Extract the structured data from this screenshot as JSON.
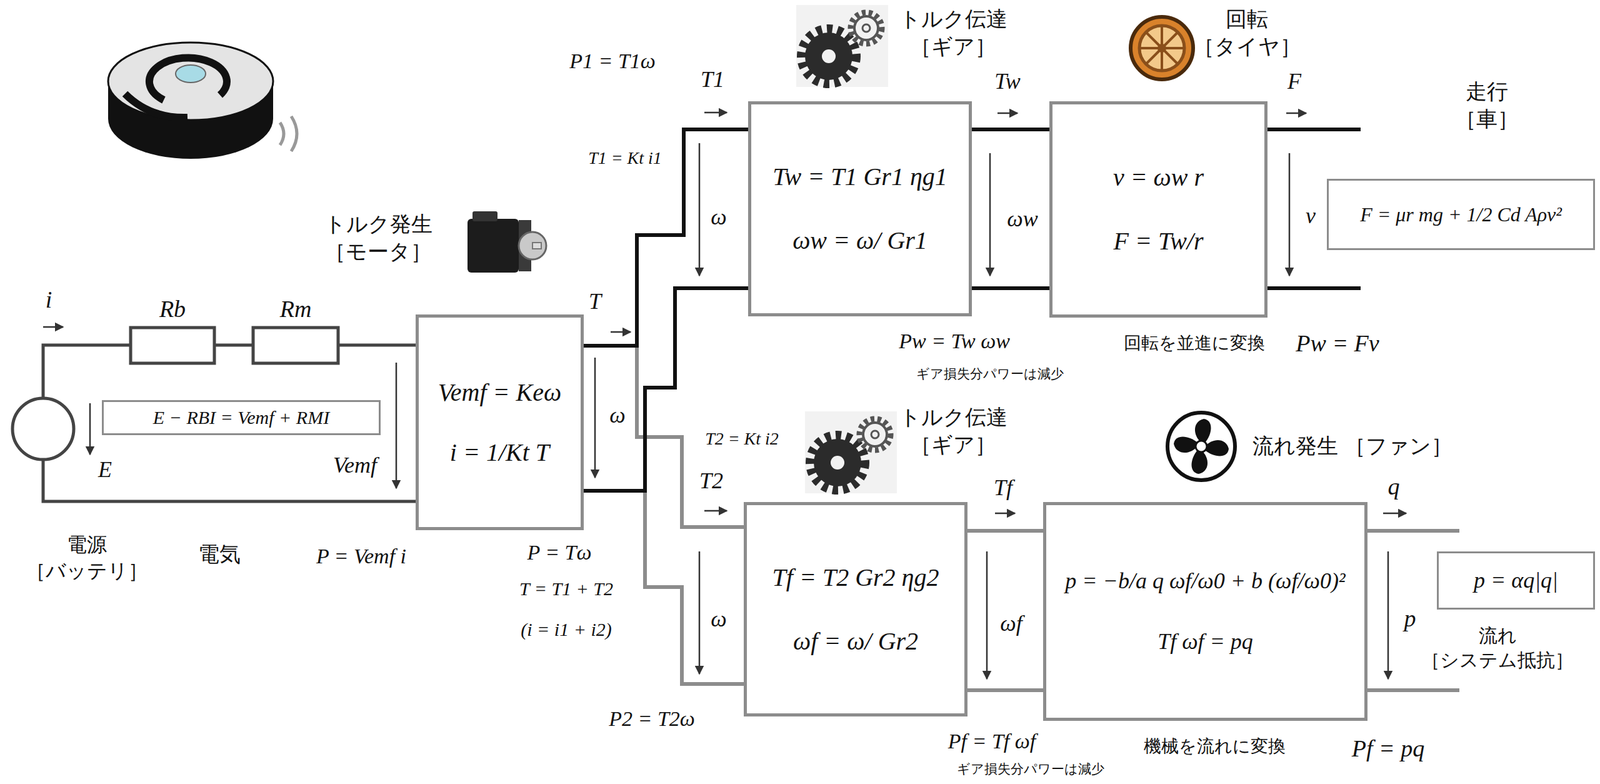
{
  "diagram": {
    "nodes": [
      {
        "text": [
          "E − RBI = Vemf + RMI"
        ]
      },
      {
        "text": [
          "Vemf = Keω",
          "i = 1/Kt T"
        ]
      },
      {
        "text": [
          "Tw = T1 Gr1 ηg1",
          "ωw = ω/ Gr1"
        ]
      },
      {
        "text": [
          "v = ωw r",
          "F = Tw/r"
        ]
      },
      {
        "text": [
          "F = μr mg + 1/2 Cd Aρv²"
        ]
      },
      {
        "text": [
          "Tf = T2 Gr2 ηg2",
          "ωf = ω/ Gr2"
        ]
      },
      {
        "text": [
          "p = −b/a q ωf/ω0 + b (ωf/ω0)²",
          "Tf ωf = pq"
        ]
      },
      {
        "text": [
          "p = αq|q|"
        ]
      }
    ],
    "edges": [
      {
        "from": 1,
        "to": 2,
        "arrow": "none"
      },
      {
        "from": 2,
        "to": 3,
        "arrow": "none"
      },
      {
        "from": 1,
        "to": 5,
        "arrow": "none"
      },
      {
        "from": 5,
        "to": 6,
        "arrow": "none"
      }
    ],
    "labels": [
      "i",
      "Rb",
      "Rm",
      "E",
      "Vemf",
      "電源 ［バッテリ］",
      "電気",
      "P = Vemf i",
      "トルク発生 ［モータ］",
      "T",
      "ω",
      "P = Tω",
      "T = T1 + T2",
      "(i = i1 + i2)",
      "P1 = T1ω",
      "T1",
      "T1 = Kt i1",
      "ω",
      "トルク伝達 ［ギア］",
      "Tw",
      "ωw",
      "Pw = Tw ωw",
      "ギア損失分パワーは減少",
      "回転 ［タイヤ］",
      "F",
      "v",
      "回転を並進に変換",
      "Pw = Fv",
      "走行 ［車］",
      "T2 = Kt i2",
      "T2",
      "ω",
      "P2 = T2ω",
      "トルク伝達 ［ギア］",
      "Tf",
      "ωf",
      "Pf = Tf ωf",
      "ギア損失分パワーは減少",
      "流れ発生 ［ファン］",
      "q",
      "p",
      "機械を流れに変換",
      "Pf = pq",
      "流れ ［システム抵抗］"
    ]
  }
}
